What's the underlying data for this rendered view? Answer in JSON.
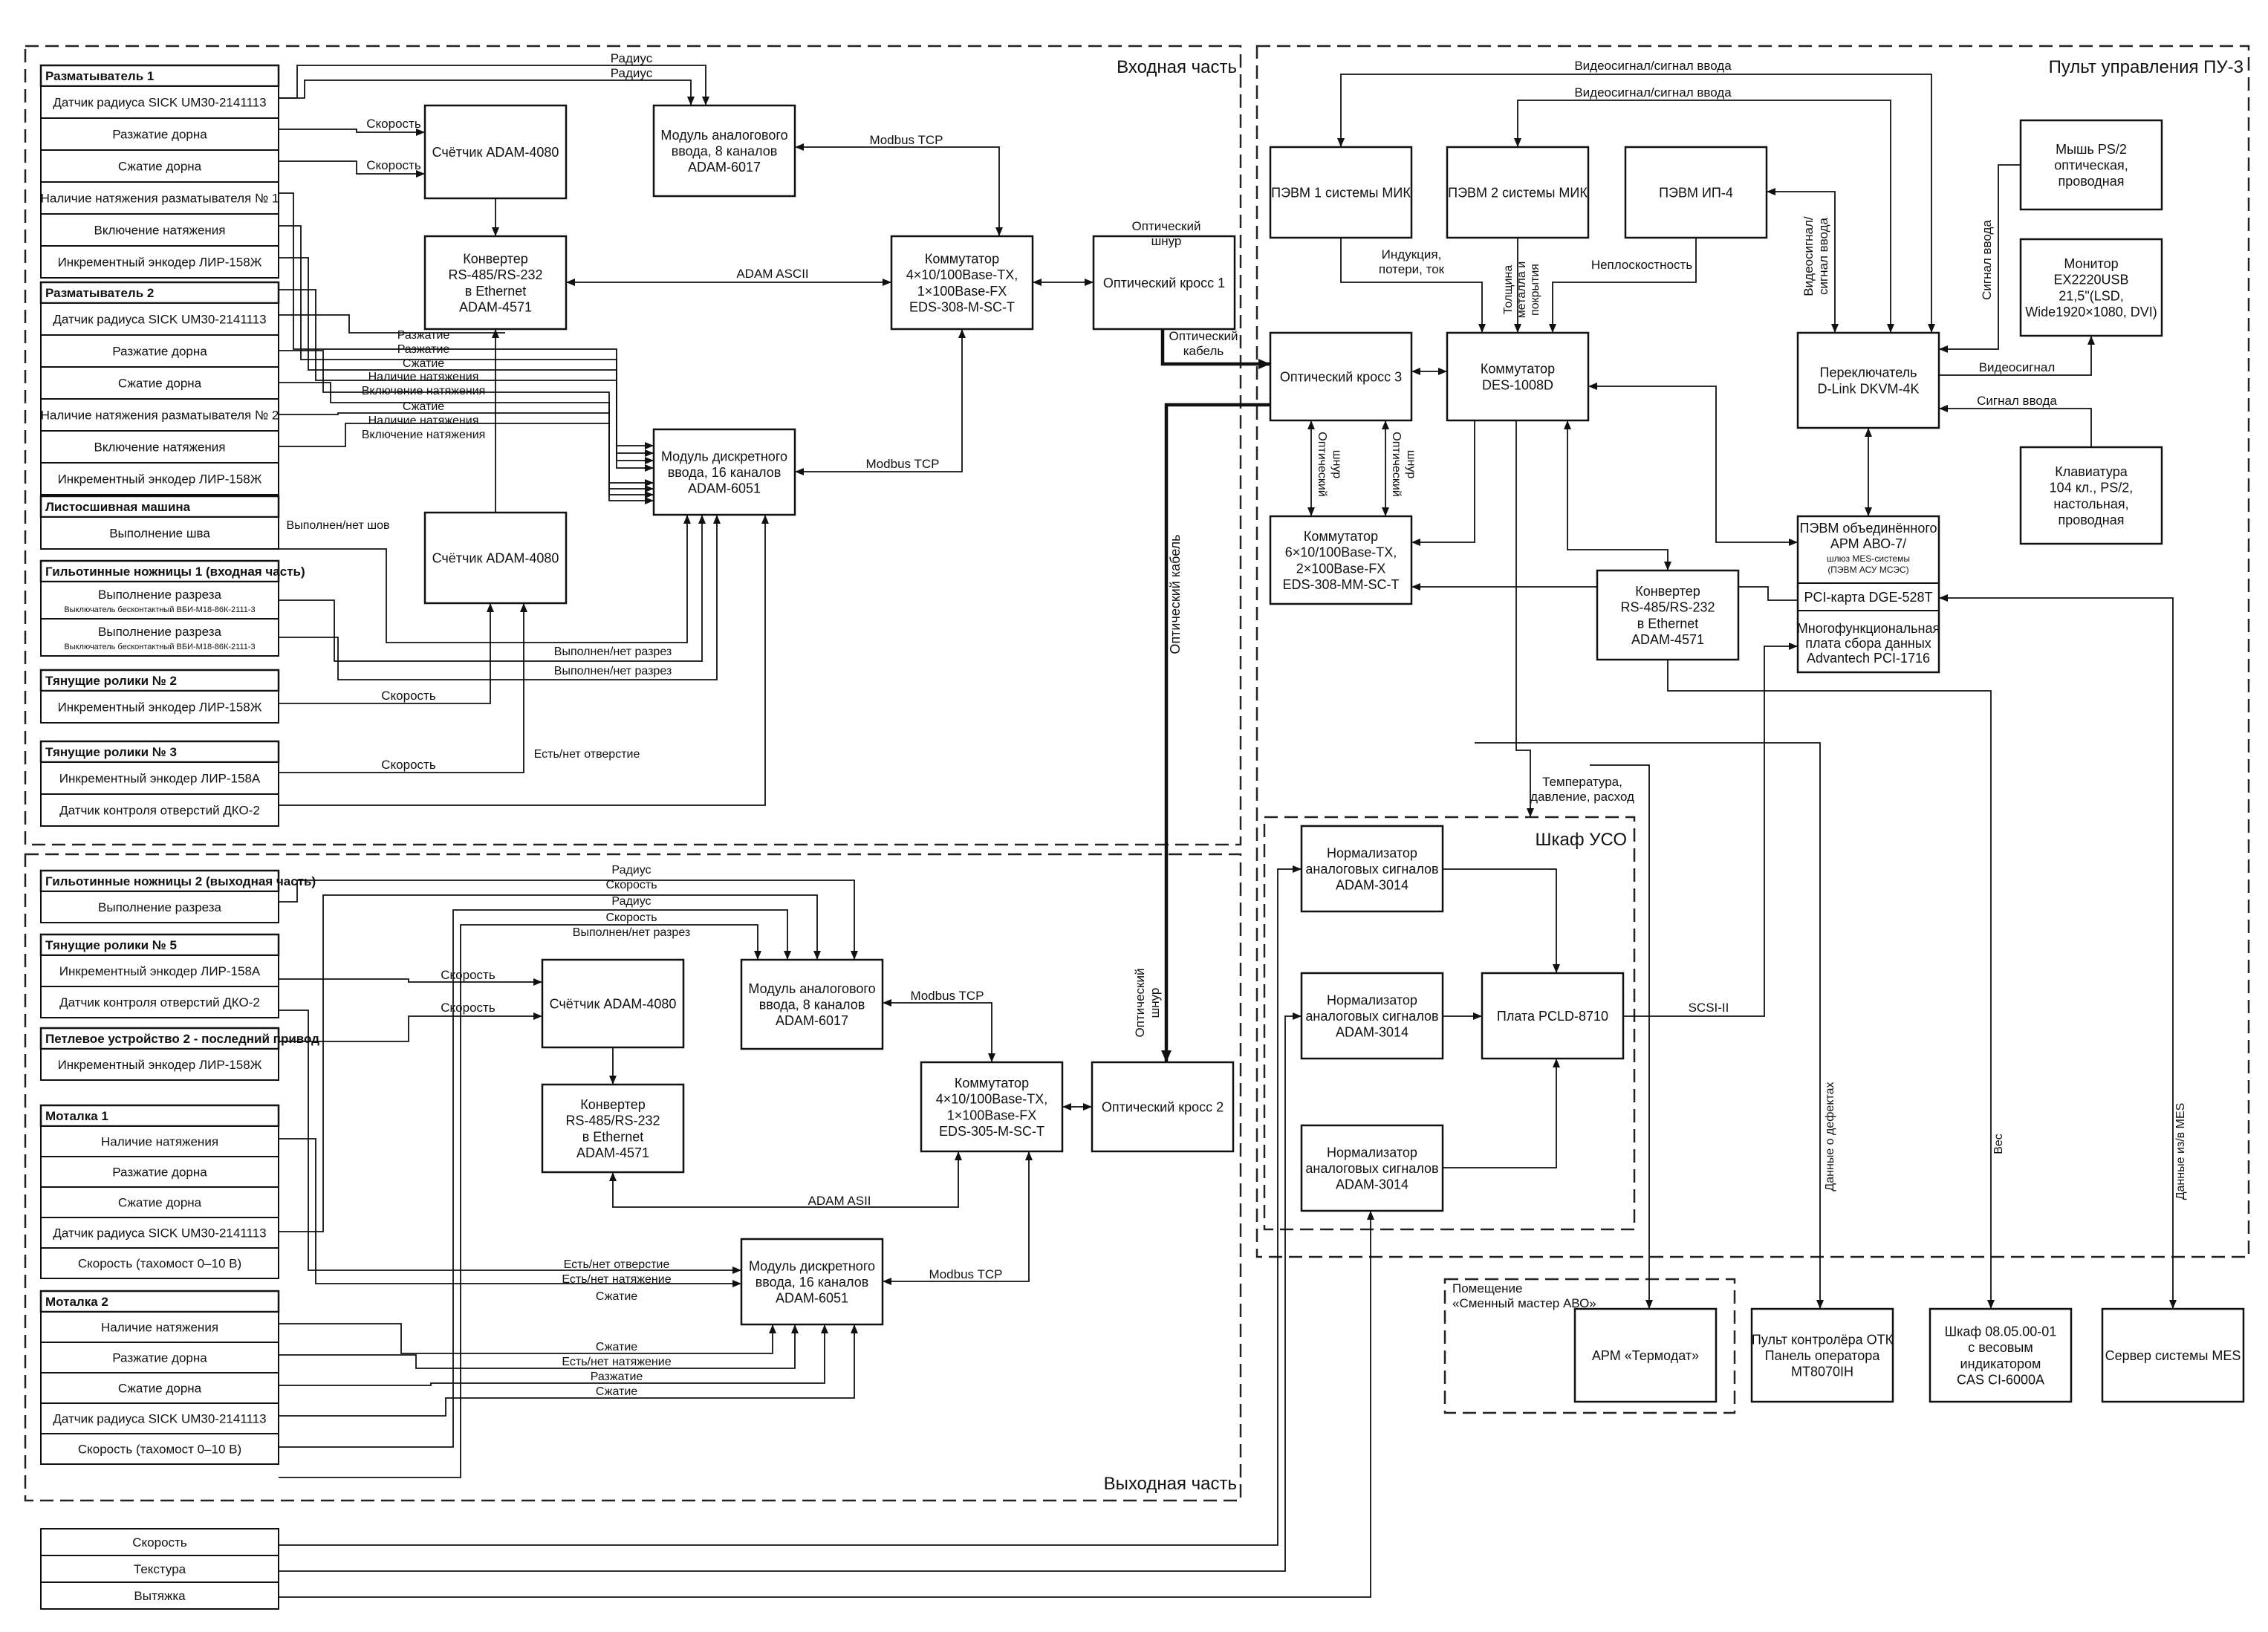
{
  "regions": {
    "input": "Входная часть",
    "output": "Выходная часть",
    "control": "Пульт управления ПУ-3",
    "uso": "Шкаф УСО",
    "operator_room": [
      "Помещение",
      "«Сменный мастер АВО»"
    ]
  },
  "groups_input": [
    {
      "title": "Разматыватель 1",
      "items": [
        "Датчик радиуса SICK UM30-2141113",
        "Разжатие дорна",
        "Сжатие дорна",
        "Наличие натяжения разматывателя № 1",
        "Включение натяжения",
        "Инкрементный энкодер ЛИР-158Ж"
      ]
    },
    {
      "title": "Разматыватель 2",
      "items": [
        "Датчик радиуса SICK UM30-2141113",
        "Разжатие дорна",
        "Сжатие дорна",
        "Наличие натяжения разматывателя № 2",
        "Включение натяжения",
        "Инкрементный энкодер ЛИР-158Ж"
      ]
    },
    {
      "title": "Листосшивная машина",
      "items": [
        "Выполнение шва"
      ]
    },
    {
      "title": "Гильотинные ножницы 1 (входная часть)",
      "items": [
        [
          "Выполнение разреза",
          "Выключатель бесконтактный ВБИ-М18-86К-2111-3"
        ],
        [
          "Выполнение разреза",
          "Выключатель бесконтактный ВБИ-М18-86К-2111-3"
        ]
      ]
    },
    {
      "title": "Тянущие ролики № 2",
      "items": [
        "Инкрементный энкодер ЛИР-158Ж"
      ]
    },
    {
      "title": "Тянущие ролики № 3",
      "items": [
        "Инкрементный энкодер ЛИР-158А",
        "Датчик контроля отверстий ДКО-2"
      ]
    }
  ],
  "groups_output": [
    {
      "title": "Гильотинные ножницы 2 (выходная часть)",
      "items": [
        "Выполнение разреза"
      ]
    },
    {
      "title": "Тянущие ролики № 5",
      "items": [
        "Инкрементный энкодер ЛИР-158А",
        "Датчик контроля отверстий ДКО-2"
      ]
    },
    {
      "title": "Петлевое устройство 2 - последний привод",
      "items": [
        "Инкрементный энкодер ЛИР-158Ж"
      ]
    },
    {
      "title": "Моталка 1",
      "items": [
        "Наличие натяжения",
        "Разжатие дорна",
        "Сжатие дорна",
        "Датчик радиуса SICK UM30-2141113",
        "Скорость (тахомост 0–10 В)"
      ]
    },
    {
      "title": "Моталка 2",
      "items": [
        "Наличие натяжения",
        "Разжатие дорна",
        "Сжатие дорна",
        "Датчик радиуса SICK UM30-2141113",
        "Скорость (тахомост 0–10 В)"
      ]
    }
  ],
  "bottom_signals": [
    "Скорость",
    "Текстура",
    "Вытяжка"
  ],
  "devices": {
    "in_counter": [
      "Счётчик ADAM-4080"
    ],
    "in_converter": [
      "Конвертер",
      "RS-485/RS-232",
      "в Ethernet",
      "ADAM-4571"
    ],
    "in_analog": [
      "Модуль аналогового",
      "ввода, 8 каналов",
      "ADAM-6017"
    ],
    "in_switch": [
      "Коммутатор",
      "4×10/100Base-TX,",
      "1×100Base-FX",
      "EDS-308-M-SC-T"
    ],
    "in_cross1": [
      "Оптический кросс 1"
    ],
    "in_discrete": [
      "Модуль дискретного",
      "ввода, 16 каналов",
      "ADAM-6051"
    ],
    "in_counter2": [
      "Счётчик ADAM-4080"
    ],
    "out_analog": [
      "Модуль аналогового",
      "ввода, 8 каналов",
      "ADAM-6017"
    ],
    "out_counter": [
      "Счётчик ADAM-4080"
    ],
    "out_converter": [
      "Конвертер",
      "RS-485/RS-232",
      "в Ethernet",
      "ADAM-4571"
    ],
    "out_switch": [
      "Коммутатор",
      "4×10/100Base-TX,",
      "1×100Base-FX",
      "EDS-305-M-SC-T"
    ],
    "out_cross2": [
      "Оптический кросс 2"
    ],
    "out_discrete": [
      "Модуль дискретного",
      "ввода, 16 каналов",
      "ADAM-6051"
    ],
    "pc_mik1": [
      "ПЭВМ 1 системы МИК"
    ],
    "pc_mik2": [
      "ПЭВМ 2 системы МИК"
    ],
    "pc_ip4": [
      "ПЭВМ ИП-4"
    ],
    "mouse": [
      "Мышь PS/2",
      "оптическая,",
      "проводная"
    ],
    "monitor": [
      "Монитор",
      "EX2220USB",
      "21,5\"(LSD,",
      "Wide1920×1080, DVI)"
    ],
    "cross3": [
      "Оптический кросс 3"
    ],
    "switch_des": [
      "Коммутатор",
      "DES-1008D"
    ],
    "kvm": [
      "Переключатель",
      "D-Link DKVM-4K"
    ],
    "keyboard": [
      "Клавиатура",
      "104 кл., PS/2,",
      "настольная,",
      "проводная"
    ],
    "switch_eds308mm": [
      "Коммутатор",
      "6×10/100Base-TX,",
      "2×100Base-FX",
      "EDS-308-MM-SC-T"
    ],
    "ctrl_converter": [
      "Конвертер",
      "RS-485/RS-232",
      "в Ethernet",
      "ADAM-4571"
    ],
    "arm_top": [
      "ПЭВМ объединённого",
      "АРМ АВО-7/"
    ],
    "arm_small": [
      "шлюз MES-системы",
      "(ПЭВМ АСУ МСЭС)"
    ],
    "arm_pci": "PCI-карта DGE-528T",
    "arm_multi": [
      "Многофункциональная",
      "плата сбора данных",
      "Advantech PCI-1716"
    ],
    "norm1": [
      "Нормализатор",
      "аналоговых сигналов",
      "ADAM-3014"
    ],
    "norm2": [
      "Нормализатор",
      "аналоговых сигналов",
      "ADAM-3014"
    ],
    "norm3": [
      "Нормализатор",
      "аналоговых сигналов",
      "ADAM-3014"
    ],
    "pcld": [
      "Плата PCLD-8710"
    ],
    "arm_termodat": [
      "АРМ «Термодат»"
    ],
    "otk": [
      "Пульт контролёра ОТК",
      "Панель оператора",
      "MT8070IH"
    ],
    "cabinet_scale": [
      "Шкаф 08.05.00-01",
      "с весовым",
      "индикатором",
      "CAS CI-6000A"
    ],
    "mes_server": [
      "Сервер системы MES"
    ]
  },
  "labels": {
    "radius": "Радиус",
    "speed": "Скорость",
    "modbus": "Modbus TCP",
    "adam_ascii": "ADAM ASCII",
    "adam_asii": "ADAM ASII",
    "razzh": "Разжатие",
    "szh": "Сжатие",
    "nal_nat": "Наличие натяжения",
    "vkl_nat": "Включение натяжения",
    "vyp_shov": "Выполнен/нет шов",
    "vyp_razrez": "Выполнен/нет разрез",
    "est_otv": "Есть/нет отверстие",
    "est_nat": "Есть/нет натяжение",
    "opt_shnur": [
      "Оптический",
      "шнур"
    ],
    "opt_kabel": [
      "Оптический",
      "кабель"
    ],
    "opt_kabel_vertical": "Оптический кабель",
    "video1": "Видеосигнал/сигнал ввода",
    "video2": "Видеосигнал/сигнал ввода",
    "video_vertical": [
      "Видеосигнал/",
      "сигнал ввода"
    ],
    "signal_vvoda": "Сигнал ввода",
    "videosignal": "Видеосигнал",
    "induction": [
      "Индукция,",
      "потери, ток"
    ],
    "thickness": [
      "Толщина",
      "металла и",
      "покрытия"
    ],
    "neploskost": "Неплоскостность",
    "temp": [
      "Температура,",
      "давление, расход"
    ],
    "scsi": "SCSI-II",
    "defects": "Данные о дефектах",
    "ves": "Вес",
    "mes_data": "Данные из/в MES"
  }
}
